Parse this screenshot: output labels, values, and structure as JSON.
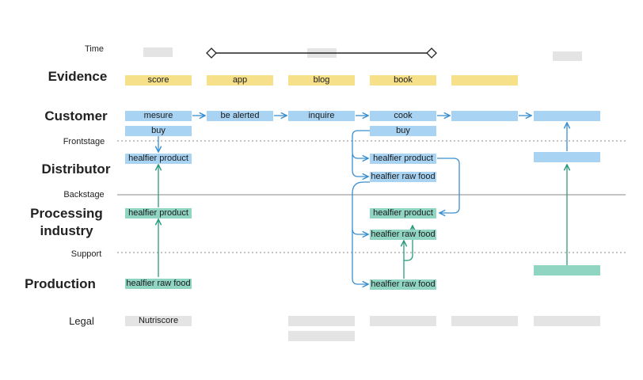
{
  "lanes": {
    "time": "Time",
    "evidence": "Evidence",
    "customer": "Customer",
    "frontstage": "Frontstage",
    "distributor": "Distributor",
    "backstage": "Backstage",
    "processing_line1": "Processing",
    "processing_line2": "industry",
    "support": "Support",
    "production": "Production",
    "legal": "Legal"
  },
  "evidence": [
    "score",
    "app",
    "blog",
    "book",
    ""
  ],
  "customer": [
    "mesure",
    "be alerted",
    "inquire",
    "cook",
    "",
    ""
  ],
  "customer_sub": [
    "buy",
    "buy"
  ],
  "distributor": [
    "healfier product",
    "healfier product",
    "healfier raw food",
    ""
  ],
  "processing": [
    "healfier product",
    "healfier product",
    "healfier raw food"
  ],
  "production": [
    "healfier raw food",
    "healfier raw food",
    ""
  ],
  "legal": [
    "Nutriscore",
    "",
    "",
    "",
    "",
    "",
    ""
  ],
  "colors": {
    "evidence": "#f6e08a",
    "customer": "#a8d3f3",
    "production": "#8fd5c2",
    "legal": "#e4e4e4",
    "arrow_blue": "#3a8fd0",
    "arrow_green": "#2a9a7e"
  }
}
